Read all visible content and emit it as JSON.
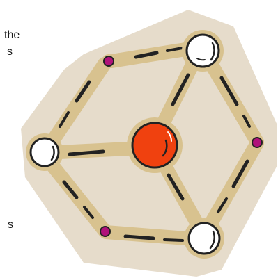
{
  "caption_fragments": [
    "the",
    "s",
    "s"
  ],
  "diagram": {
    "colors": {
      "shadow": "#e6dccb",
      "bond_fill": "#d8c28f",
      "bond_dark": "#c3a56a",
      "outline": "#222222",
      "white_atom": "#ffffff",
      "center_atom": "#f0410f",
      "small_atom": "#b0127a",
      "highlight": "#ffffff"
    },
    "atoms": {
      "center": "center-atom",
      "white": [
        "white-atom-top",
        "white-atom-left",
        "white-atom-bottom"
      ],
      "small": [
        "small-atom-top",
        "small-atom-right",
        "small-atom-bottom"
      ]
    }
  }
}
